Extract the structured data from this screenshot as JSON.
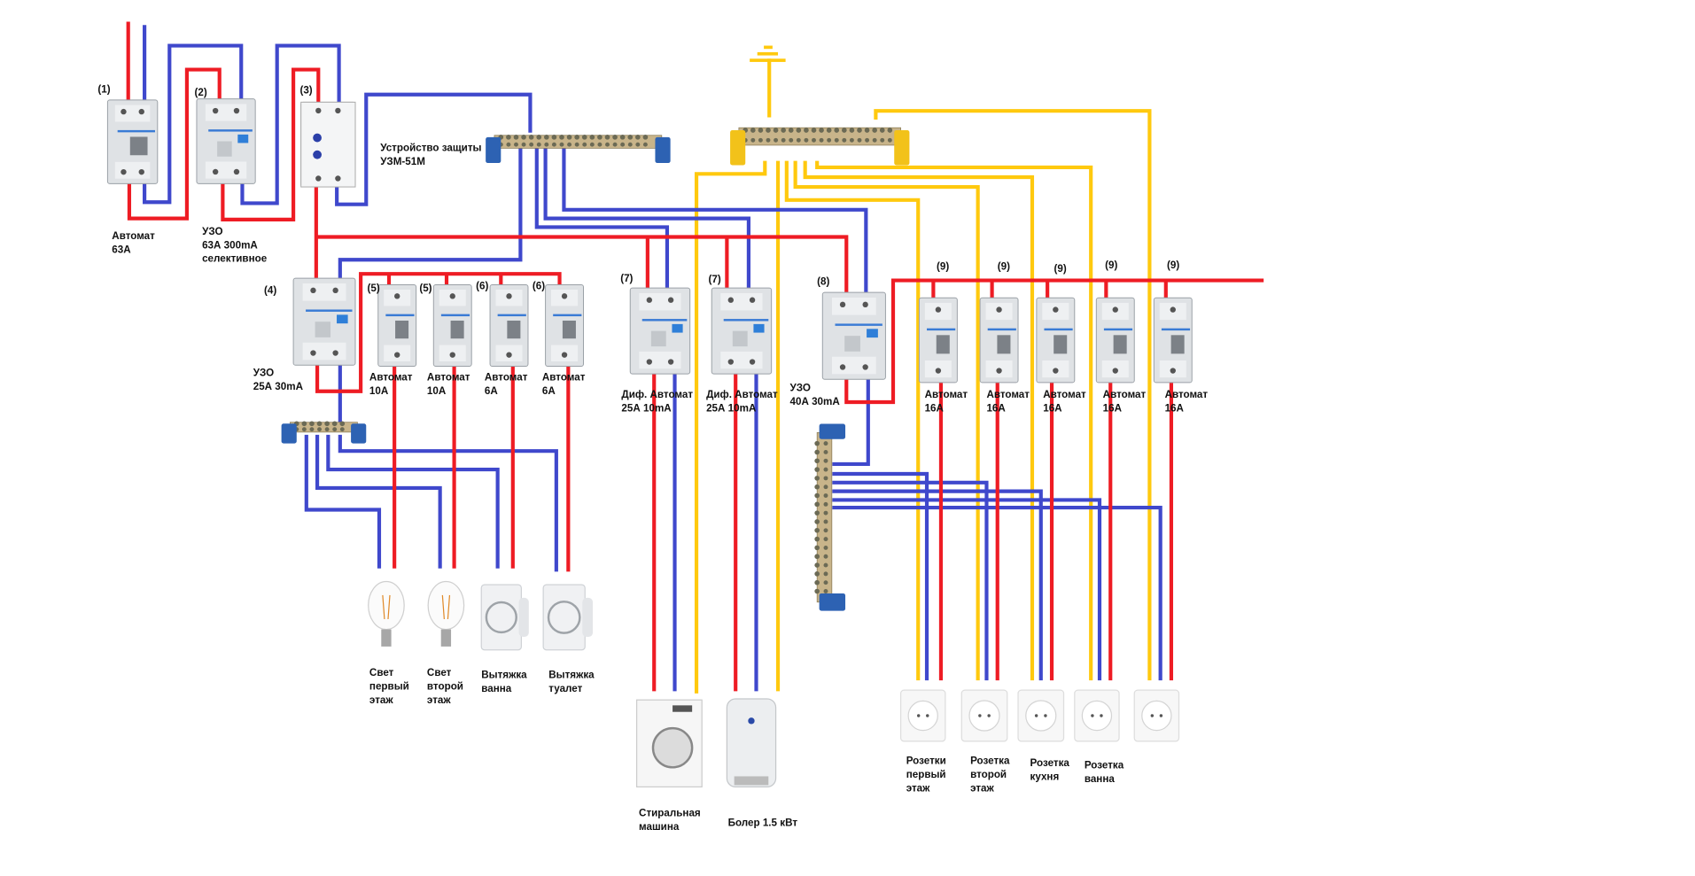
{
  "colors": {
    "phase": "#ee1c24",
    "neutral": "#3f48cc",
    "ground": "#ffc90e",
    "background": "#ffffff"
  },
  "devices": [
    {
      "id": "1",
      "number": "(1)",
      "label": [
        "Автомат",
        "63А"
      ]
    },
    {
      "id": "2",
      "number": "(2)",
      "label": [
        "УЗО",
        "63А 300mA",
        "селективное"
      ]
    },
    {
      "id": "3",
      "number": "(3)",
      "label": [
        "Устройство защиты",
        "УЗМ-51М"
      ]
    },
    {
      "id": "4",
      "number": "(4)",
      "label": [
        "УЗО",
        "25А 30mA"
      ]
    },
    {
      "id": "5a",
      "number": "(5)",
      "label": [
        "Автомат",
        "10А"
      ]
    },
    {
      "id": "5b",
      "number": "(5)",
      "label": [
        "Автомат",
        "10А"
      ]
    },
    {
      "id": "6a",
      "number": "(6)",
      "label": [
        "Автомат",
        "6А"
      ]
    },
    {
      "id": "6b",
      "number": "(6)",
      "label": [
        "Автомат",
        "6А"
      ]
    },
    {
      "id": "7a",
      "number": "(7)",
      "label": [
        "Диф. Автомат",
        "25А 10mA"
      ]
    },
    {
      "id": "7b",
      "number": "(7)",
      "label": [
        "Диф. Автомат",
        "25А 10mA"
      ]
    },
    {
      "id": "8",
      "number": "(8)",
      "label": [
        "УЗО",
        "40А 30mA"
      ]
    },
    {
      "id": "9a",
      "number": "(9)",
      "label": [
        "Автомат",
        "16А"
      ]
    },
    {
      "id": "9b",
      "number": "(9)",
      "label": [
        "Автомат",
        "16А"
      ]
    },
    {
      "id": "9c",
      "number": "(9)",
      "label": [
        "Автомат",
        "16А"
      ]
    },
    {
      "id": "9d",
      "number": "(9)",
      "label": [
        "Автомат",
        "16А"
      ]
    },
    {
      "id": "9e",
      "number": "(9)",
      "label": [
        "Автомат",
        "16А"
      ]
    }
  ],
  "loads": [
    {
      "icon": "light-bulb-icon",
      "label": [
        "Свет",
        "первый",
        "этаж"
      ]
    },
    {
      "icon": "light-bulb-icon",
      "label": [
        "Свет",
        "второй",
        "этаж"
      ]
    },
    {
      "icon": "exhaust-fan-icon",
      "label": [
        "Вытяжка",
        "ванна"
      ]
    },
    {
      "icon": "exhaust-fan-icon",
      "label": [
        "Вытяжка",
        "туалет"
      ]
    },
    {
      "icon": "washing-machine-icon",
      "label": [
        "Стиральная",
        "машина"
      ]
    },
    {
      "icon": "water-heater-icon",
      "label": [
        "Болер 1.5 кВт"
      ]
    },
    {
      "icon": "power-socket-icon",
      "label": [
        "Розетки",
        "первый",
        "этаж"
      ]
    },
    {
      "icon": "power-socket-icon",
      "label": [
        "Розетка",
        "второй",
        "этаж"
      ]
    },
    {
      "icon": "power-socket-icon",
      "label": [
        "Розетка",
        "кухня"
      ]
    },
    {
      "icon": "power-socket-icon",
      "label": [
        "Розетка",
        "ванна"
      ]
    },
    {
      "icon": "power-socket-icon",
      "label": []
    }
  ]
}
